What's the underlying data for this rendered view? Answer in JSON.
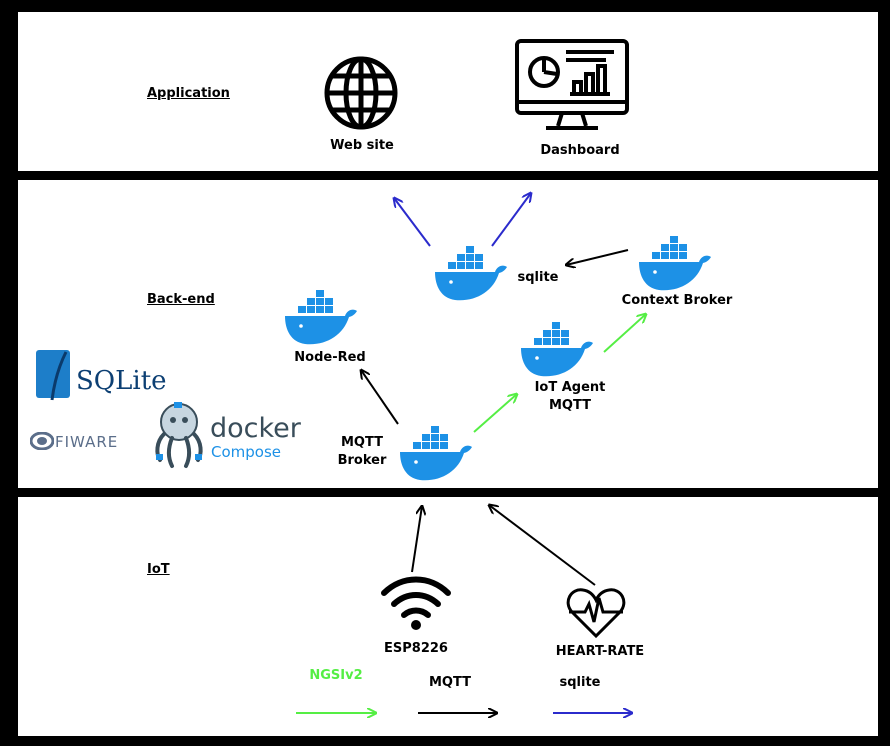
{
  "layers": {
    "application": "Application",
    "backend": "Back-end",
    "iot": "IoT"
  },
  "application": {
    "website_label": "Web site",
    "dashboard_label": "Dashboard"
  },
  "backend": {
    "sqlite_label": "sqlite",
    "context_broker_label": "Context Broker",
    "node_red_label": "Node-Red",
    "iot_agent_label": "IoT Agent\nMQTT",
    "mqtt_broker_label": "MQTT\nBroker"
  },
  "logos": {
    "sqlite": "SQLite",
    "fiware": "FIWARE",
    "docker": "docker",
    "compose": "Compose"
  },
  "iot": {
    "esp_label": "ESP8226",
    "heart_label": "HEART-RATE"
  },
  "legend": {
    "ngsi": "NGSIv2",
    "mqtt": "MQTT",
    "sqlite": "sqlite"
  },
  "colors": {
    "ngsi": "#55ee44",
    "mqtt": "#000000",
    "sqlite": "#2b2bcc",
    "docker_blue": "#1d91e6"
  }
}
